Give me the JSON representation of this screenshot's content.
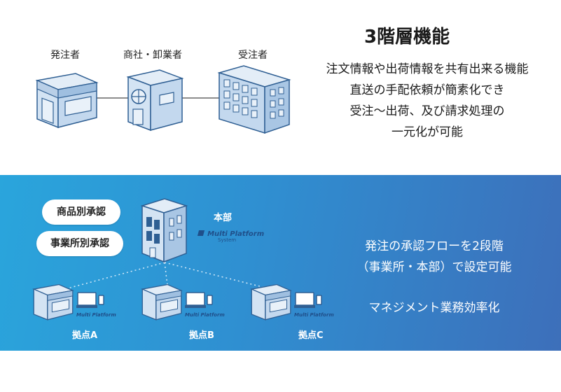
{
  "top": {
    "nodes": [
      {
        "label": "発注者",
        "icon": "shop-icon"
      },
      {
        "label": "商社・卸業者",
        "icon": "office-icon"
      },
      {
        "label": "受注者",
        "icon": "building-icon"
      }
    ],
    "title": "3階層機能",
    "description": [
      "注文情報や出荷情報を共有出来る機能",
      "直送の手配依頼が簡素化でき",
      "受注〜出荷、及び請求処理の",
      "一元化が可能"
    ]
  },
  "bottom": {
    "pills": [
      "商品別承認",
      "事業所別承認"
    ],
    "hq_label": "本部",
    "logo_text": "Multi Platform",
    "logo_sub": "System",
    "title": "本部承認機能",
    "description": [
      "発注の承認フローを2段階",
      "（事業所・本部）で設定可能"
    ],
    "benefit": "マネジメント業務効率化",
    "branches": [
      "拠点A",
      "拠点B",
      "拠点C"
    ]
  },
  "colors": {
    "bg_top": "#ffffff",
    "gradient_start": "#2aa5dc",
    "gradient_end": "#3d6fba",
    "icon_fill": "#c9dcef",
    "icon_stroke": "#2f5f93"
  }
}
